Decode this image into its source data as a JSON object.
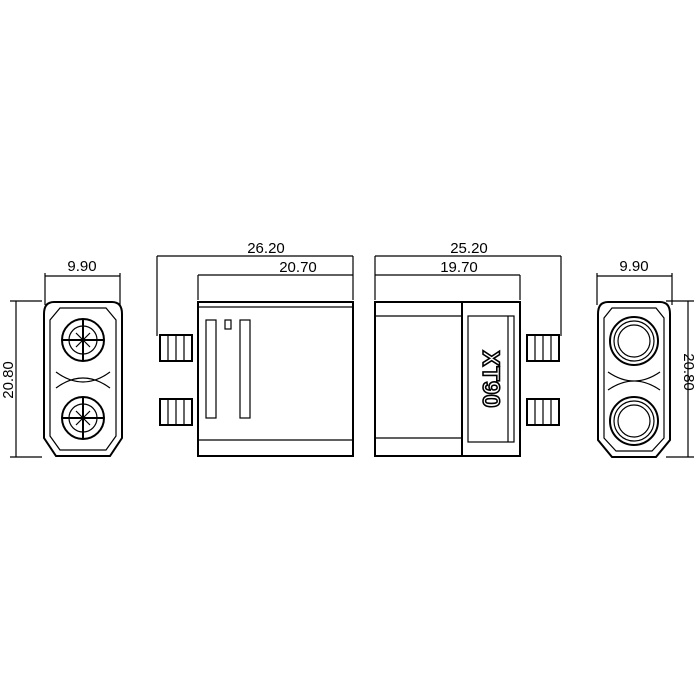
{
  "views": {
    "left_end": {
      "width_label": "9.90",
      "height_label": "20.80"
    },
    "side_female": {
      "overall_label": "26.20",
      "body_label": "20.70"
    },
    "side_male": {
      "overall_label": "25.20",
      "body_label": "19.70",
      "marking": "XT90"
    },
    "right_end": {
      "width_label": "9.90",
      "height_label": "20.80"
    }
  },
  "colors": {
    "line": "#000000",
    "background": "#ffffff"
  }
}
